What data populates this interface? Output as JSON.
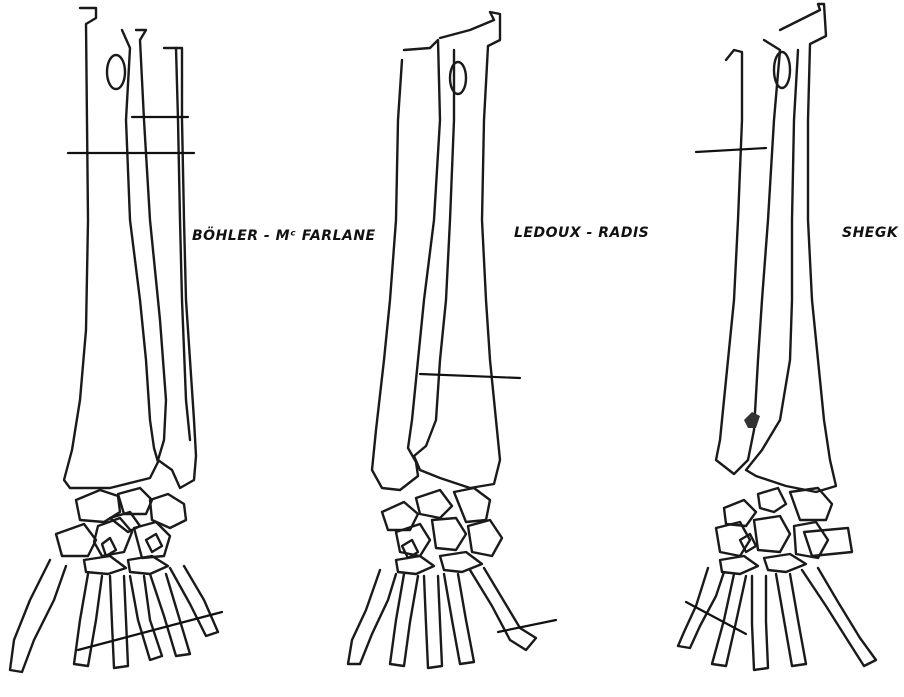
{
  "labels": {
    "left": "BÖHLER - Mᶜ FARLANE",
    "middle": "LEDOUX - RADIS",
    "right": "SHEGK"
  },
  "colors": {
    "ink": "#1a1a1a",
    "paper": "#ffffff"
  }
}
